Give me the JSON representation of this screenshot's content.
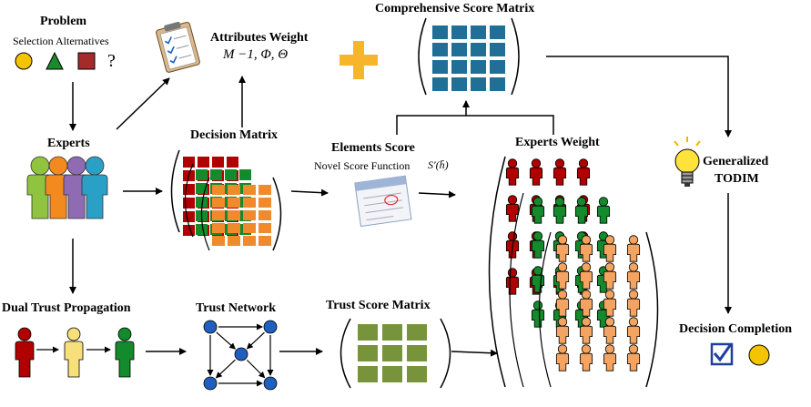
{
  "problem": {
    "title": "Problem",
    "subtitle": "Selection Alternatives",
    "question_mark": "?"
  },
  "attributes_weight": {
    "title": "Attributes Weight",
    "formula": "M −1, Φ, Θ"
  },
  "comprehensive_score_matrix": {
    "title": "Comprehensive Score Matrix"
  },
  "experts": {
    "title": "Experts"
  },
  "decision_matrix": {
    "title": "Decision Matrix"
  },
  "elements_score": {
    "title": "Elements Score",
    "subtitle": "Novel Score Function",
    "formula": "S′(h̄)"
  },
  "experts_weight": {
    "title": "Experts Weight"
  },
  "generalized_todim": {
    "line1": "Generalized",
    "line2": "TODIM"
  },
  "dual_trust_propagation": {
    "title": "Dual Trust Propagation"
  },
  "trust_network": {
    "title": "Trust Network"
  },
  "trust_score_matrix": {
    "title": "Trust Score Matrix"
  },
  "decision_completion": {
    "title": "Decision Completion"
  },
  "colors": {
    "matrix_blue": "#1f6f96",
    "matrix_green": "#77933c",
    "expert_red": "#b00000",
    "expert_green": "#138a2c",
    "expert_orange": "#f4a460",
    "node_blue": "#1f5fbf",
    "plus_orange": "#f7b52c"
  }
}
